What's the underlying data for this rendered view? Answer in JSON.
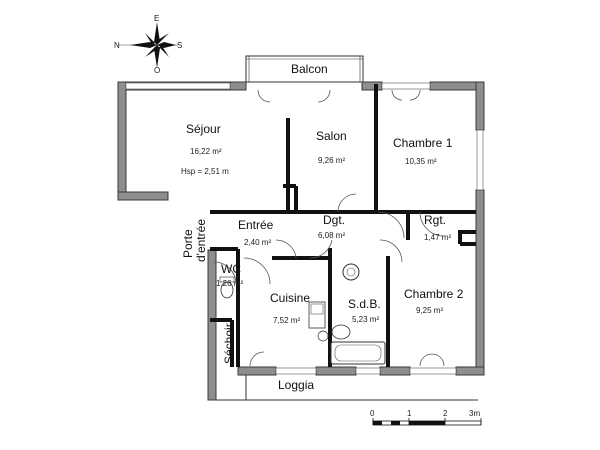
{
  "compass": {
    "n": "N",
    "s": "S",
    "e": "E",
    "o": "O"
  },
  "rooms": {
    "balcon": {
      "name": "Balcon"
    },
    "sejour": {
      "name": "Séjour",
      "area": "16,22 m²",
      "hsp": "Hsp = 2,51 m"
    },
    "salon": {
      "name": "Salon",
      "area": "9,26 m²"
    },
    "chambre1": {
      "name": "Chambre 1",
      "area": "10,35 m²"
    },
    "entree": {
      "name": "Entrée",
      "area": "2,40 m²"
    },
    "dgt": {
      "name": "Dgt.",
      "area": "6,08 m²"
    },
    "rgt": {
      "name": "Rgt.",
      "area": "1,47 m²"
    },
    "wc": {
      "name": "WC",
      "area": "1,26 m²"
    },
    "cuisine": {
      "name": "Cuisine",
      "area": "7,52 m²"
    },
    "sdb": {
      "name": "S.d.B.",
      "area": "5,23 m²"
    },
    "chambre2": {
      "name": "Chambre 2",
      "area": "9,25 m²"
    },
    "sechoir": {
      "name": "Séchoir"
    },
    "loggia": {
      "name": "Loggia"
    }
  },
  "entry": {
    "line1": "Porte",
    "line2": "d'entrée"
  },
  "scale": {
    "t0": "0",
    "t1": "1",
    "t2": "2",
    "t3": "3m"
  }
}
